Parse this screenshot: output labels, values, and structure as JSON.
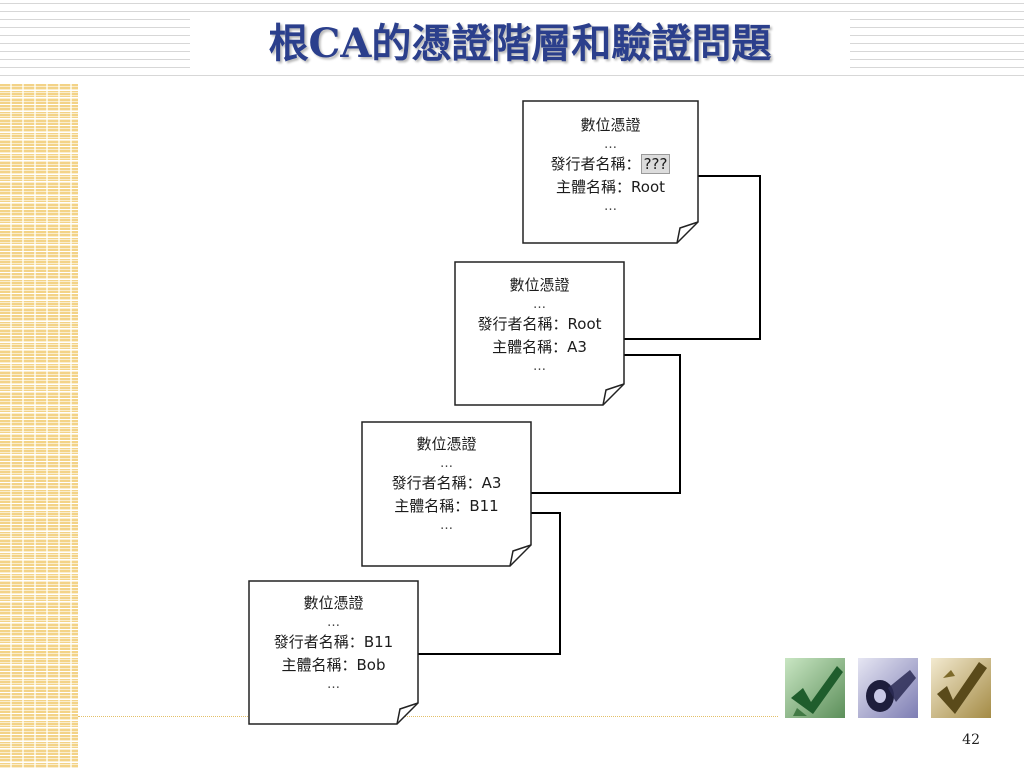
{
  "slide": {
    "title": "根CA的憑證階層和驗證問題",
    "page_number": "42"
  },
  "certificates": [
    {
      "heading": "數位憑證",
      "ellipsis": "…",
      "issuer_label": "發行者名稱：",
      "issuer_value": "???",
      "subject_label": "主體名稱：",
      "subject_value": "Root"
    },
    {
      "heading": "數位憑證",
      "ellipsis": "…",
      "issuer_label": "發行者名稱：",
      "issuer_value": "Root",
      "subject_label": "主體名稱：",
      "subject_value": "A3"
    },
    {
      "heading": "數位憑證",
      "ellipsis": "…",
      "issuer_label": "發行者名稱：",
      "issuer_value": "A3",
      "subject_label": "主體名稱：",
      "subject_value": "B11"
    },
    {
      "heading": "數位憑證",
      "ellipsis": "…",
      "issuer_label": "發行者名稱：",
      "issuer_value": "B11",
      "subject_label": "主體名稱：",
      "subject_value": "Bob"
    }
  ],
  "icons": [
    "green-checkmark-icon",
    "purple-disc-icon",
    "gold-checkmark-icon"
  ],
  "colors": {
    "title": "#2b3f8c",
    "accent_stripe": "#f1c96a",
    "arrow": "#000000"
  }
}
